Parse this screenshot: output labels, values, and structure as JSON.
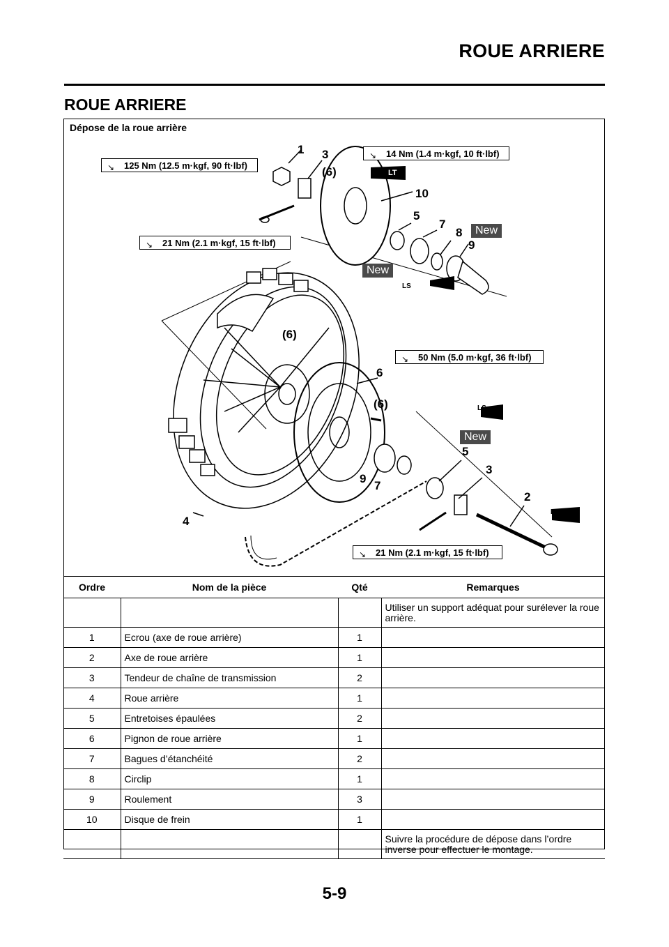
{
  "header": {
    "running_title": "ROUE ARRIERE"
  },
  "section_title": "ROUE ARRIERE",
  "diagram": {
    "title": "Dépose de la roue arrière",
    "torque_labels": [
      "125 Nm (12.5 m·kgf, 90 ft·lbf)",
      "14 Nm (1.4 m·kgf, 10 ft·lbf)",
      "21 Nm (2.1 m·kgf, 15 ft·lbf)",
      "50 Nm (5.0 m·kgf, 36 ft·lbf)",
      "21 Nm (2.1 m·kgf, 15 ft·lbf)"
    ],
    "callouts": [
      "1",
      "3",
      "(6)",
      "10",
      "5",
      "7",
      "8",
      "9",
      "(6)",
      "6",
      "(6)",
      "5",
      "3",
      "9",
      "7",
      "2",
      "4"
    ],
    "new_label": "New",
    "lt_label": "LT",
    "ls_label": "LS",
    "icon": "torque-wrench-icon"
  },
  "table": {
    "headers": [
      "Ordre",
      "Nom de la pièce",
      "Qté",
      "Remarques"
    ],
    "rows": [
      {
        "ordre": "",
        "nom": "",
        "qte": "",
        "remarques": "Utiliser un support adéquat pour surélever la roue arrière."
      },
      {
        "ordre": "1",
        "nom": "Ecrou (axe de roue arrière)",
        "qte": "1",
        "remarques": ""
      },
      {
        "ordre": "2",
        "nom": "Axe de roue arrière",
        "qte": "1",
        "remarques": ""
      },
      {
        "ordre": "3",
        "nom": "Tendeur de chaîne de transmission",
        "qte": "2",
        "remarques": ""
      },
      {
        "ordre": "4",
        "nom": "Roue arrière",
        "qte": "1",
        "remarques": ""
      },
      {
        "ordre": "5",
        "nom": "Entretoises épaulées",
        "qte": "2",
        "remarques": ""
      },
      {
        "ordre": "6",
        "nom": "Pignon de roue arrière",
        "qte": "1",
        "remarques": ""
      },
      {
        "ordre": "7",
        "nom": "Bagues d’étanchéité",
        "qte": "2",
        "remarques": ""
      },
      {
        "ordre": "8",
        "nom": "Circlip",
        "qte": "1",
        "remarques": ""
      },
      {
        "ordre": "9",
        "nom": "Roulement",
        "qte": "3",
        "remarques": ""
      },
      {
        "ordre": "10",
        "nom": "Disque de frein",
        "qte": "1",
        "remarques": ""
      },
      {
        "ordre": "",
        "nom": "",
        "qte": "",
        "remarques": "Suivre la procédure de dépose dans l’ordre inverse pour effectuer le montage."
      }
    ]
  },
  "page_number": "5-9"
}
